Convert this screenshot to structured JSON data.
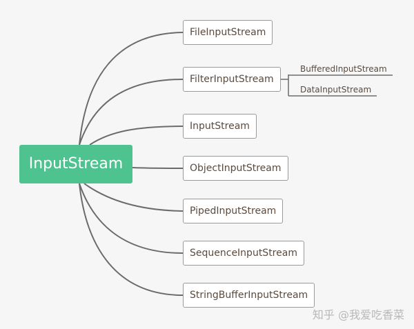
{
  "root": {
    "label": "InputStream"
  },
  "children": [
    {
      "label": "FileInputStream"
    },
    {
      "label": "FilterInputStream",
      "children": [
        {
          "label": "BufferedInputStream"
        },
        {
          "label": "DataInputStream"
        }
      ]
    },
    {
      "label": "InputStream"
    },
    {
      "label": "ObjectInputStream"
    },
    {
      "label": "PipedInputStream"
    },
    {
      "label": "SequenceInputStream"
    },
    {
      "label": "StringBufferInputStream"
    }
  ],
  "watermark": "知乎 @我爱吃香菜",
  "colors": {
    "root_fill": "#4fc38f",
    "edge": "#6b6b6b",
    "node_border": "#9a9a9a",
    "text": "#5a4a3e"
  }
}
